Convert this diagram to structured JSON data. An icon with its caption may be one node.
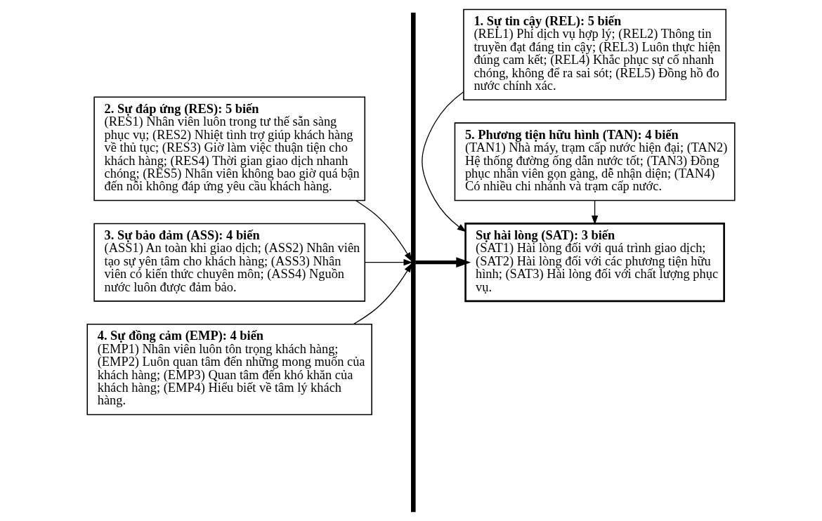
{
  "diagram": {
    "nodes": [
      {
        "text": [
          "2. Sự đáp ứng (RES): 5 biến",
          "(RES1) Nhân viên luôn trong tư thế sẵn sàng phục vụ; (RES2) Nhiệt tình trợ giúp khách hàng về thủ tục; (RES3) Giờ làm việc thuận tiện cho khách hàng; (RES4) Thời gian giao dịch nhanh chóng; (RES5) Nhân viên không bao giờ quá bận đến nỗi không đáp ứng yêu cầu khách hàng."
        ]
      },
      {
        "text": [
          "1. Sự tin cậy (REL): 5 biến",
          "(REL1) Phí dịch vụ hợp lý; (REL2) Thông tin truyền đạt đáng tin cậy; (REL3) Luôn thực hiện đúng cam kết; (REL4) Khắc phục sự cố nhanh chóng, không để ra sai sót; (REL5) Đồng hồ đo nước chính xác."
        ]
      },
      {
        "text": [
          "Sự hài lòng (SAT): 3 biến",
          "(SAT1) Hài lòng đối với quá trình giao dịch; (SAT2) Hài lòng đối với các phương tiện hữu hình; (SAT3) Hài lòng đối với chất lượng phục vụ."
        ]
      },
      {
        "text": [
          "3. Sự bảo đảm (ASS): 4 biến",
          "(ASS1) An toàn khi giao dịch; (ASS2) Nhân viên tạo sự yên tâm cho khách hàng; (ASS3) Nhân viên có kiến thức chuyên môn; (ASS4) Nguồn nước luôn được đảm bảo."
        ]
      },
      {
        "text": [
          "5. Phương tiện hữu hình (TAN): 4 biến",
          "(TAN1) Nhà máy, trạm cấp nước hiện đại; (TAN2) Hệ thống đường ống dẫn nước tốt; (TAN3) Đồng phục nhân viên gọn gàng, dễ nhận diện; (TAN4) Có nhiều chi nhánh và trạm cấp nước."
        ]
      },
      {
        "text": [
          "4. Sự đồng cảm (EMP): 4 biến",
          "(EMP1) Nhân viên luôn tôn trọng khách hàng; (EMP2) Luôn quan tâm đến những mong muốn của khách hàng; (EMP3) Quan tâm đến khó khăn của khách hàng; (EMP4) Hiểu biết về tâm lý khách hàng."
        ]
      },
      {
        "text": [],
        "shape": "bar"
      }
    ],
    "edges": [
      {
        "from": 0,
        "to": 6,
        "arrow": "to"
      },
      {
        "from": 3,
        "to": 6,
        "arrow": "to"
      },
      {
        "from": 5,
        "to": 6,
        "arrow": "to"
      },
      {
        "from": 6,
        "to": 2,
        "arrow": "to",
        "style": "thick"
      },
      {
        "from": 1,
        "to": 2,
        "arrow": "to"
      },
      {
        "from": 4,
        "to": 2,
        "arrow": "to"
      }
    ]
  }
}
